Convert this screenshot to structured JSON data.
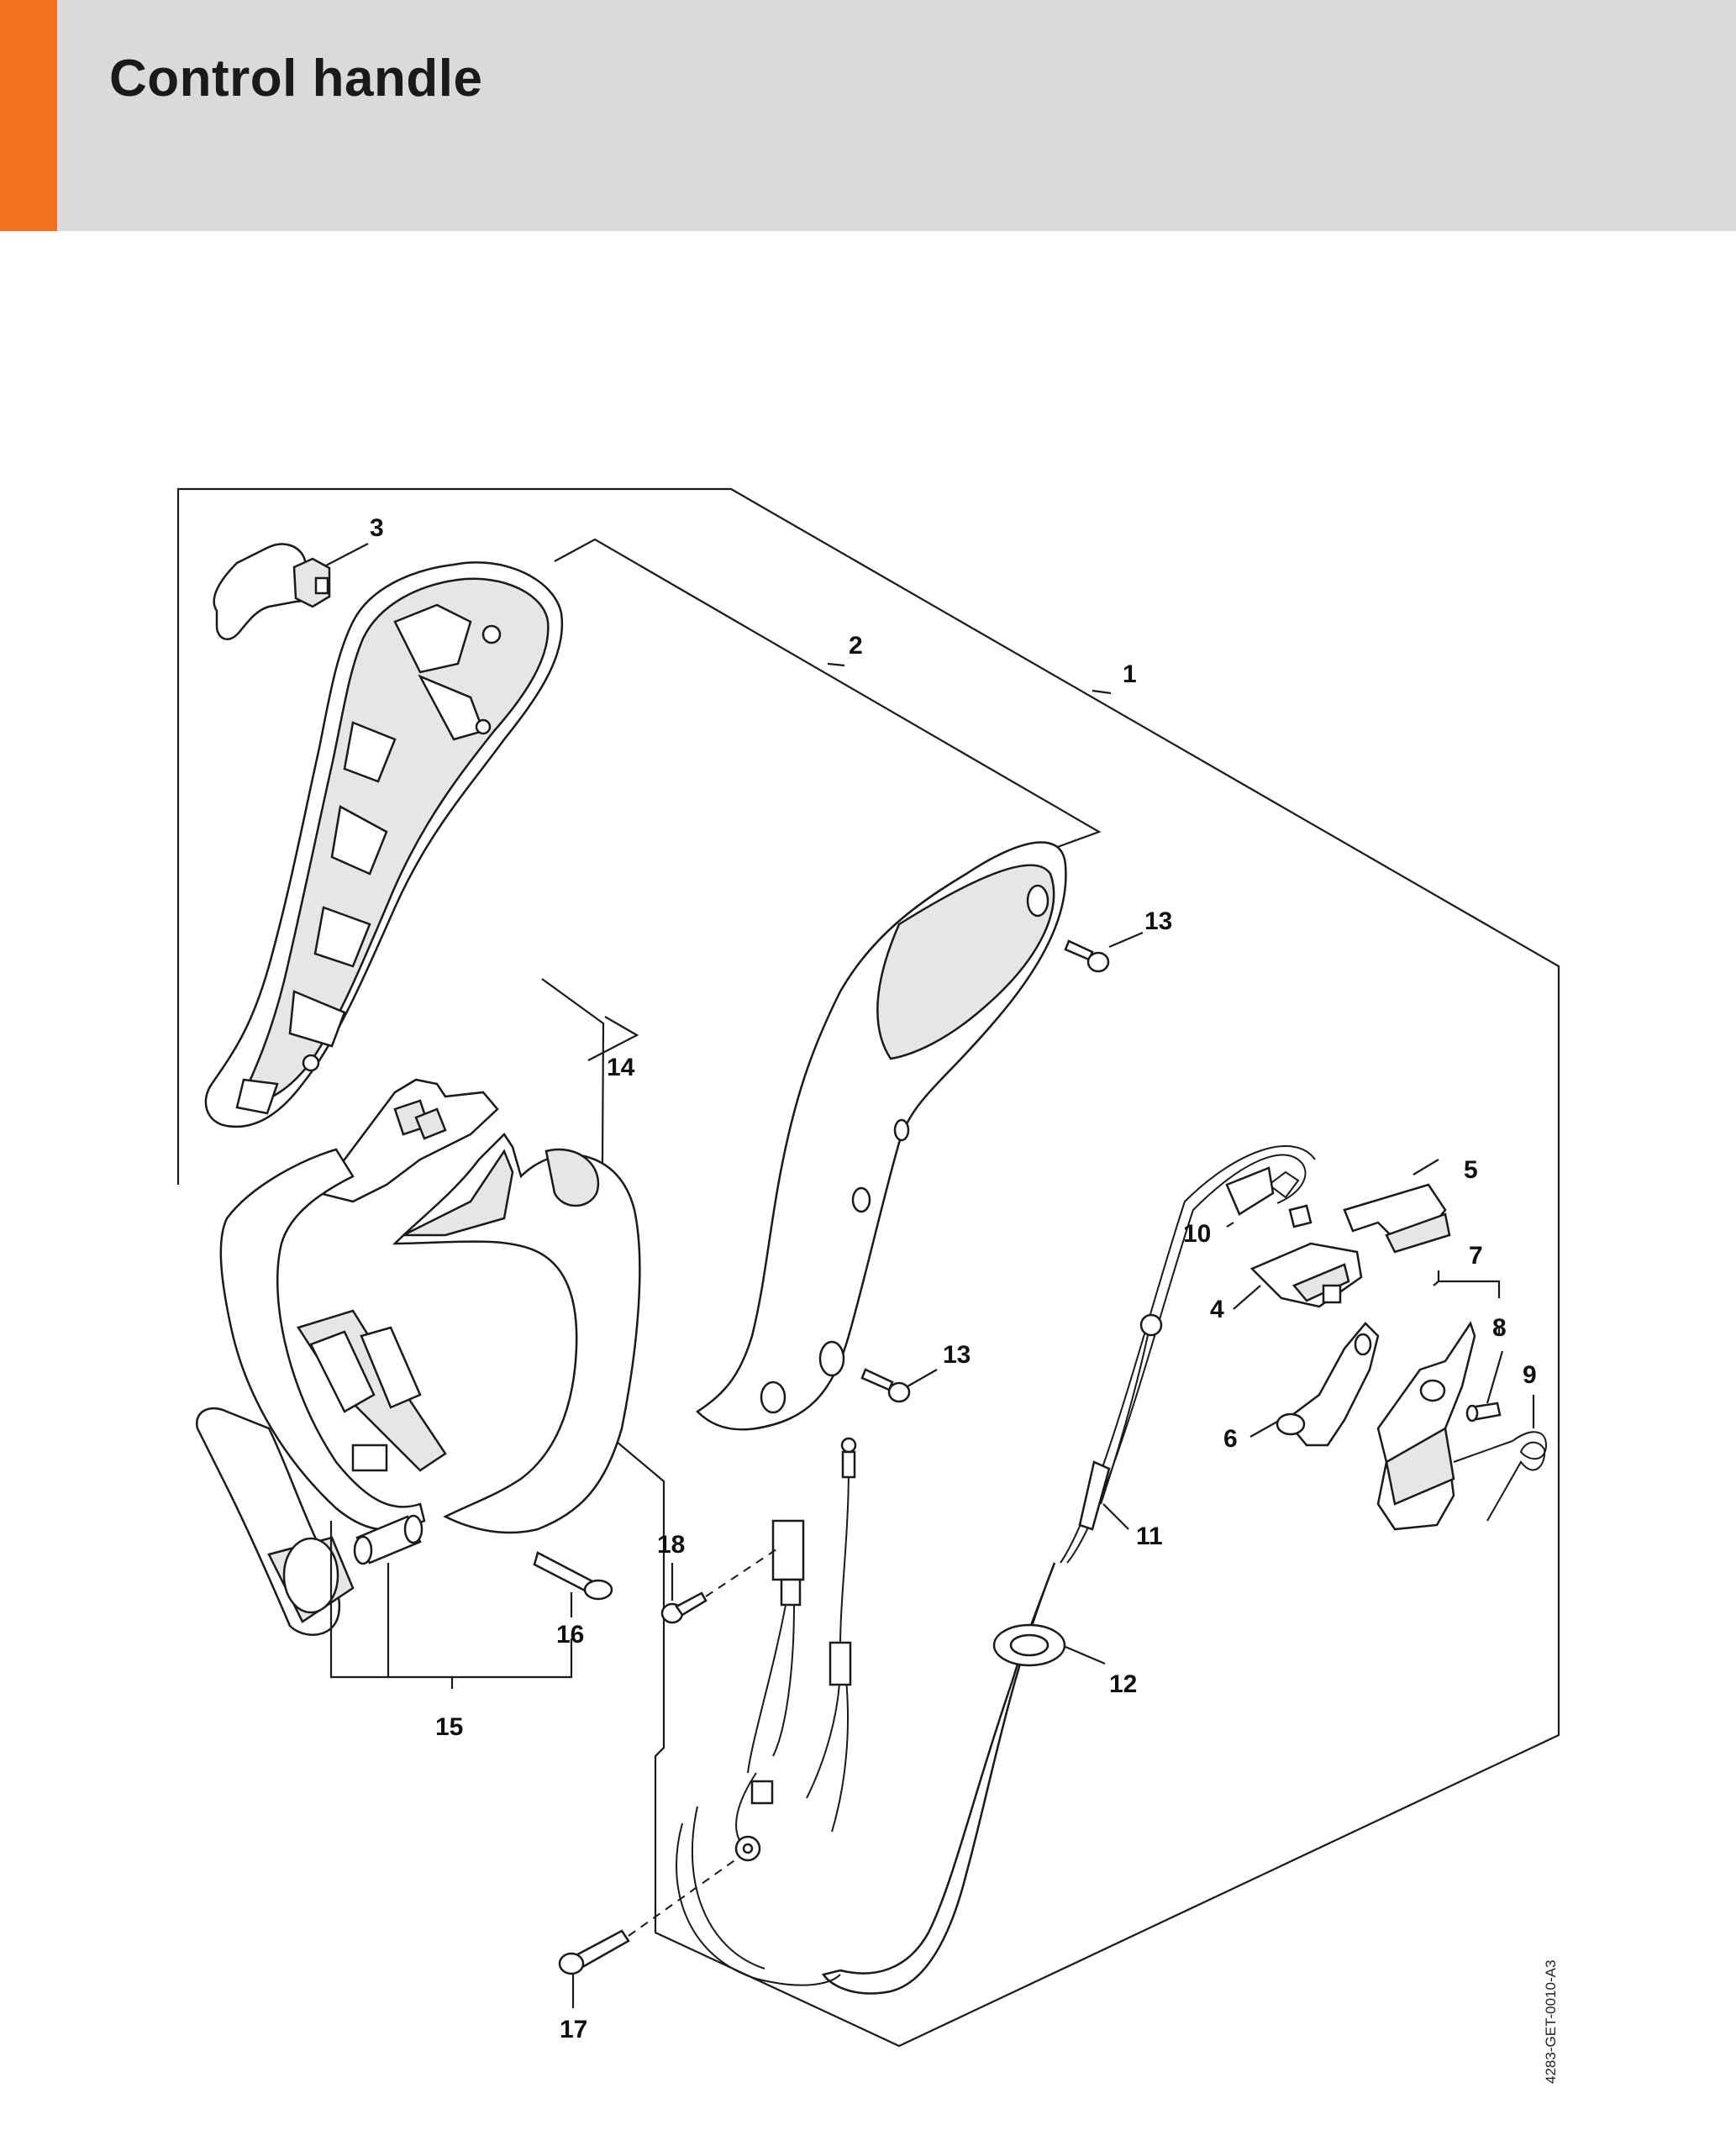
{
  "header": {
    "title": "Control handle",
    "accent_color": "#f37021",
    "band_color": "#dadbd9"
  },
  "doc_id": "4283-GET-0010-A3",
  "callouts": [
    "1",
    "2",
    "3",
    "4",
    "5",
    "6",
    "7",
    "8",
    "9",
    "10",
    "11",
    "12",
    "13",
    "13",
    "14",
    "15",
    "16",
    "17",
    "18"
  ]
}
